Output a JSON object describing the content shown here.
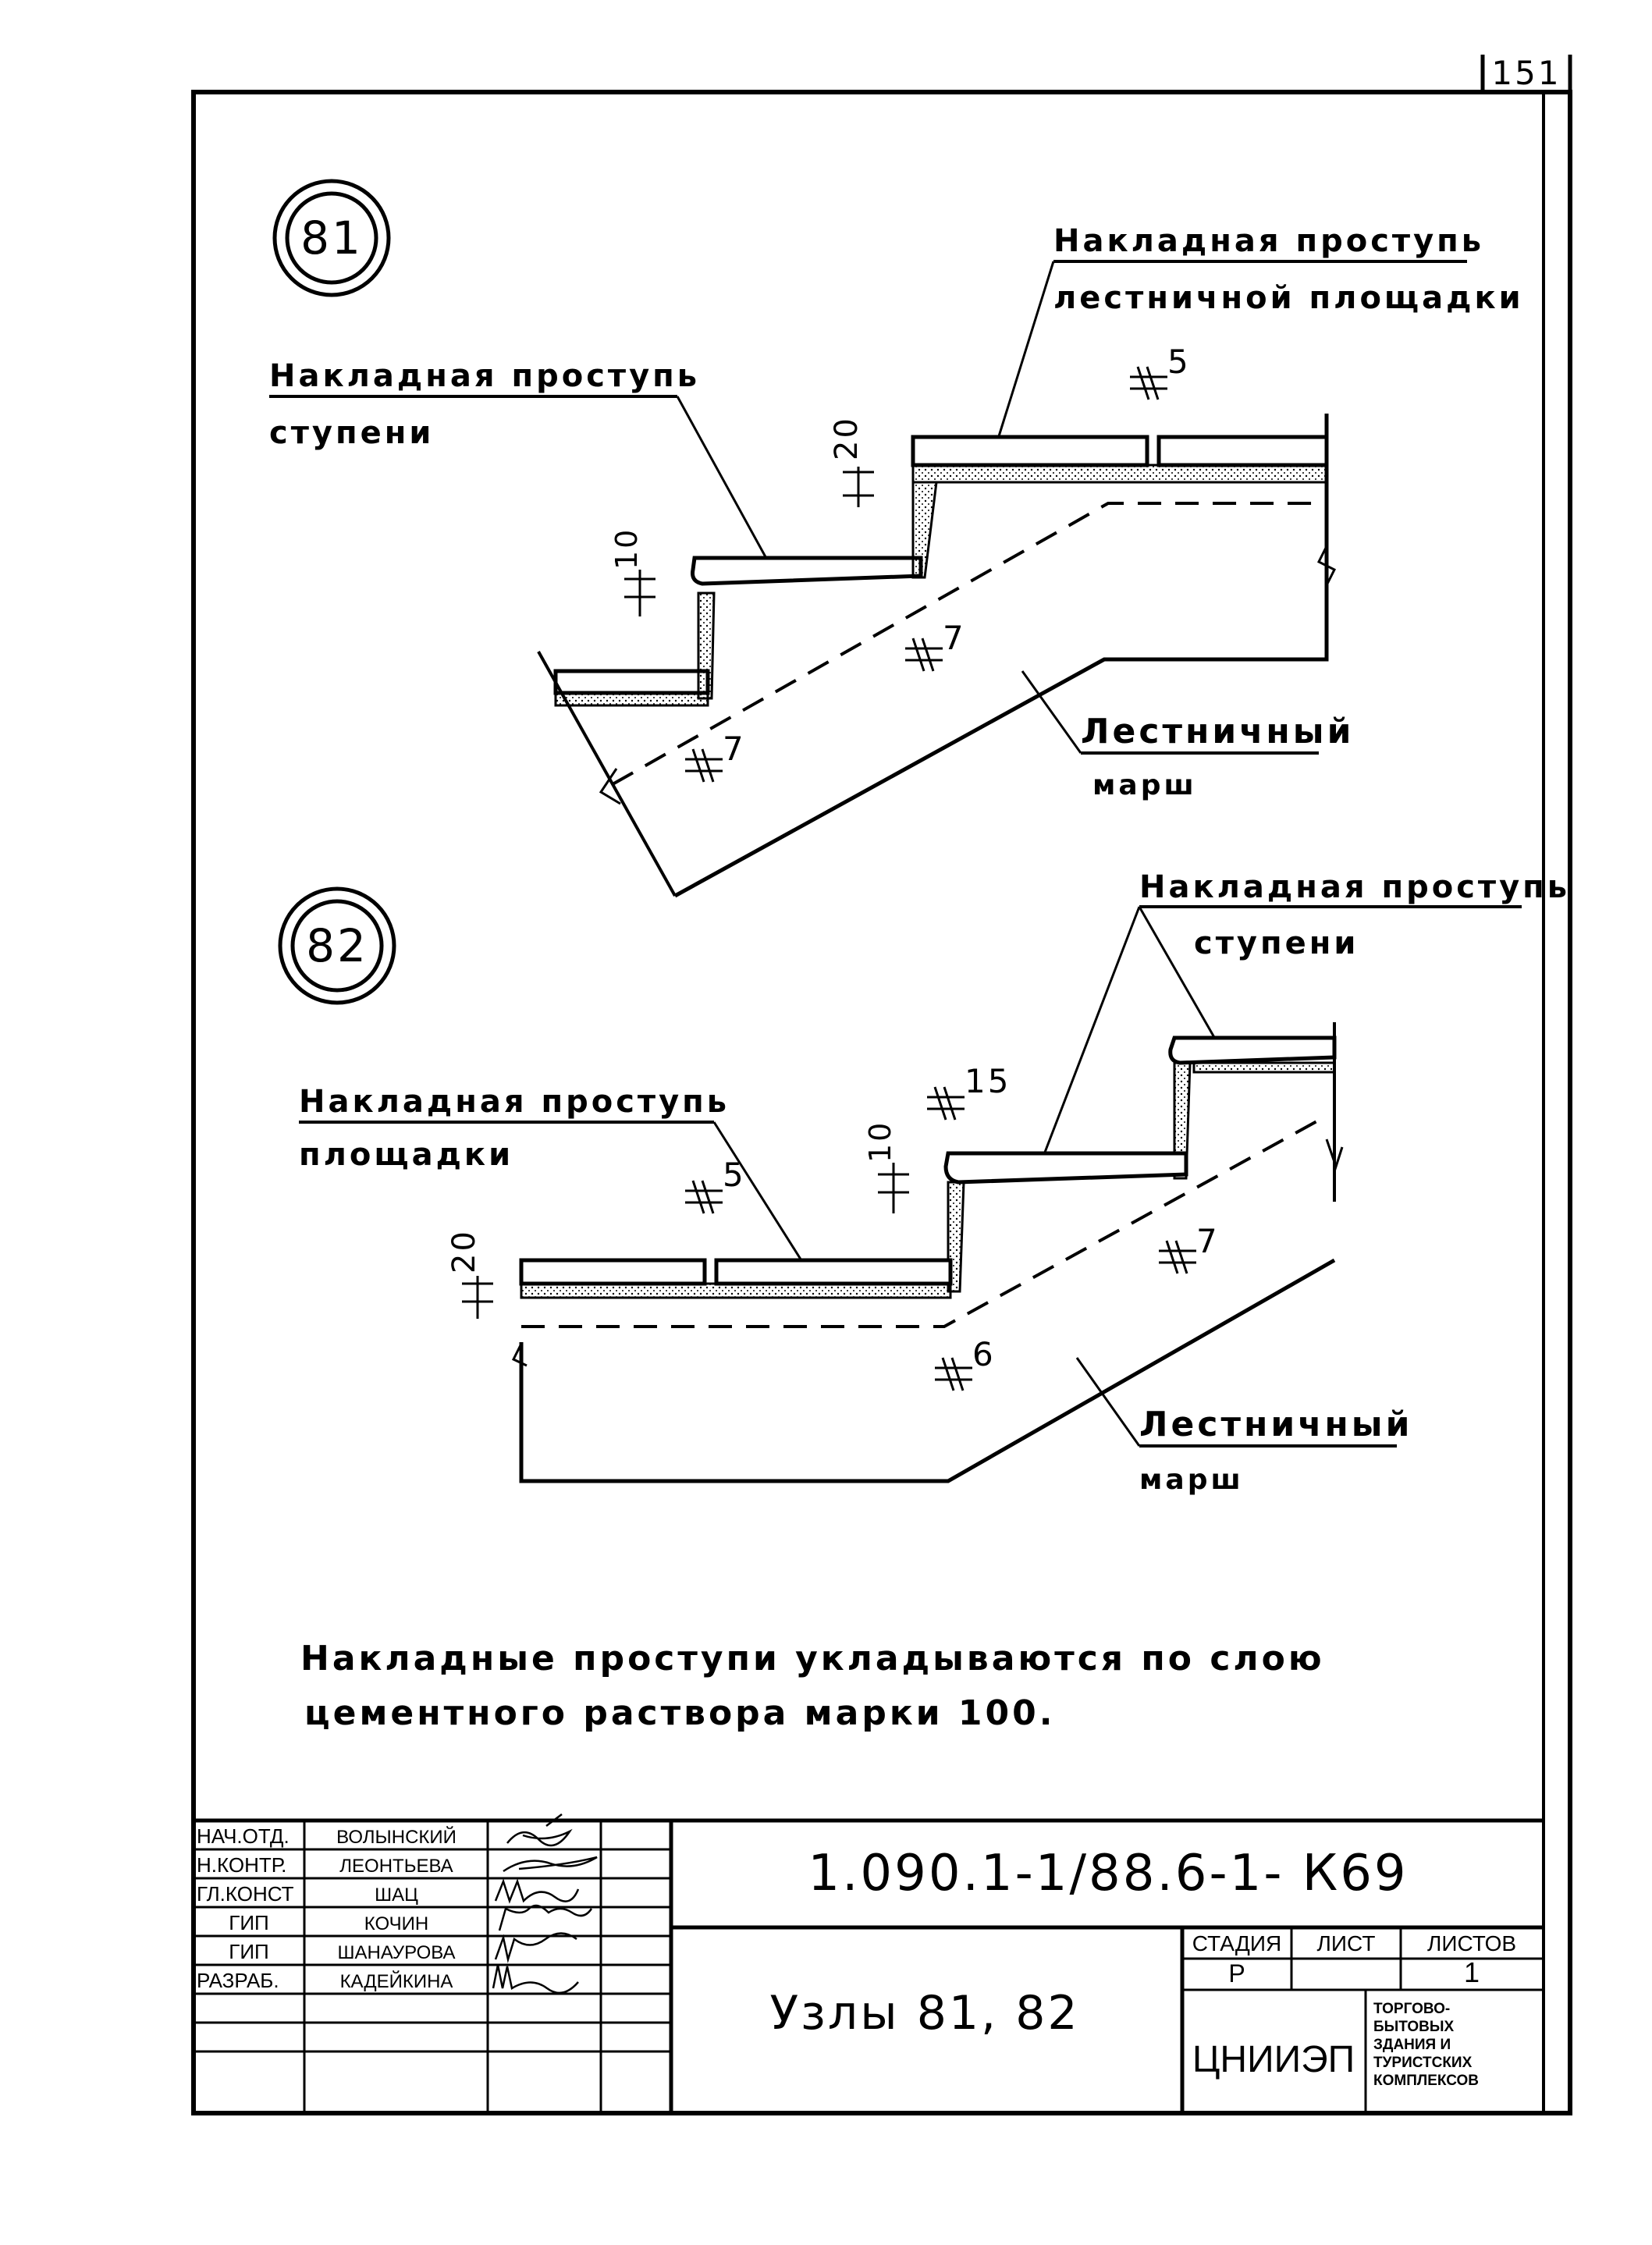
{
  "page_number": "151",
  "node81": {
    "mark": "81",
    "label_tread_landing_1": "Накладная проступь",
    "label_tread_landing_2": "лестничной площадки",
    "label_tread_step_1": "Накладная проступь",
    "label_tread_step_2": "ступени",
    "label_flight_1": "Лестничный",
    "label_flight_2": "марш",
    "dim_20": "20",
    "dim_10": "10",
    "mark_5": "5",
    "mark_7a": "7",
    "mark_7b": "7"
  },
  "node82": {
    "mark": "82",
    "label_tread_step_1": "Накладная проступь",
    "label_tread_step_2": "ступени",
    "label_tread_landing_1": "Накладная проступь",
    "label_tread_landing_2": "площадки",
    "label_flight_1": "Лестничный",
    "label_flight_2": "марш",
    "dim_20": "20",
    "dim_10": "10",
    "mark_15": "15",
    "mark_5": "5",
    "mark_7": "7",
    "mark_6": "6"
  },
  "note": {
    "line1": "Накладные проступи укладываются по слою",
    "line2": "цементного раствора марки 100."
  },
  "title_block": {
    "doc_code": "1.090.1-1/88.6-1- К69",
    "sheet_title": "Узлы 81, 82",
    "org": "ЦНИИЭП",
    "org_desc": [
      "ТОРГОВО-",
      "БЫТОВЫХ",
      "ЗДАНИЯ И",
      "ТУРИСТСКИХ",
      "КОМПЛЕКСОВ"
    ],
    "stage_header": "СТАДИЯ",
    "sheet_header": "ЛИСТ",
    "sheets_header": "ЛИСТОВ",
    "stage": "Р",
    "sheet": "",
    "sheets": "1",
    "roles": [
      {
        "role": "НАЧ.ОТД.",
        "name": "ВОЛЫНСКИЙ"
      },
      {
        "role": "Н.КОНТР.",
        "name": "ЛЕОНТЬЕВА"
      },
      {
        "role": "ГЛ.КОНСТ",
        "name": "ШАЦ"
      },
      {
        "role": "ГИП",
        "name": "КОЧИН"
      },
      {
        "role": "ГИП",
        "name": "ШАНАУРОВА"
      },
      {
        "role": "РАЗРАБ.",
        "name": "КАДЕЙКИНА"
      }
    ]
  }
}
